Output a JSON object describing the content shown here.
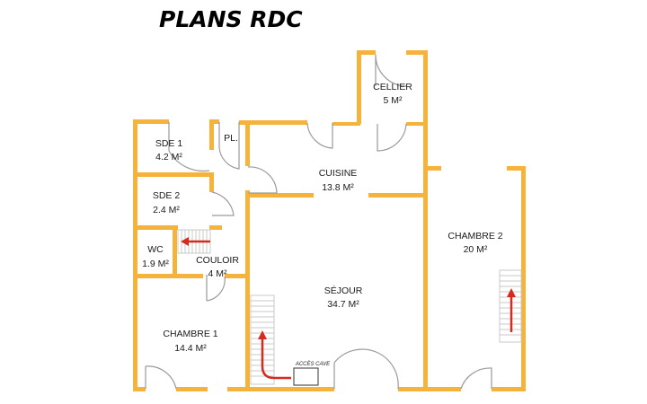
{
  "title": "PLANS RDC",
  "rooms": {
    "cellier": {
      "name": "CELLIER",
      "area": "5 M²"
    },
    "sde1": {
      "name": "SDE 1",
      "area": "4.2 M²"
    },
    "placard": {
      "name": "PL."
    },
    "cuisine": {
      "name": "CUISINE",
      "area": "13.8 M²"
    },
    "sde2": {
      "name": "SDE 2",
      "area": "2.4 M²"
    },
    "wc": {
      "name": "WC",
      "area": "1.9 M²"
    },
    "couloir": {
      "name": "COULOIR",
      "area": "4 M²"
    },
    "sejour": {
      "name": "SÉJOUR",
      "area": "34.7 M²"
    },
    "chambre1": {
      "name": "CHAMBRE 1",
      "area": "14.4 M²"
    },
    "chambre2": {
      "name": "CHAMBRE 2",
      "area": "20 M²"
    }
  },
  "acces_cave": "ACCÈS CAVE",
  "colors": {
    "walls": "#F6B33C",
    "arrows": "#D62A1E",
    "doors": "#9A9A9A"
  }
}
